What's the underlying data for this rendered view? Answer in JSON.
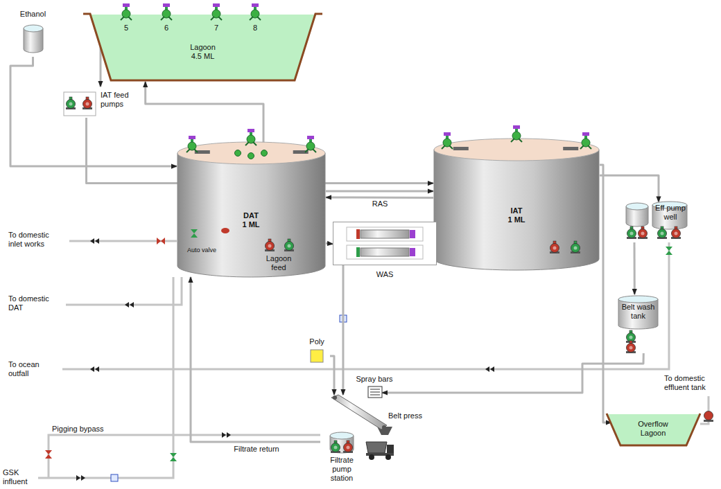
{
  "diagram": {
    "nodes": [
      {
        "text": [
          "Lagoon 4.5 ML"
        ]
      },
      {
        "text": [
          "Ethanol"
        ]
      },
      {
        "text": [
          "IAT feed pumps"
        ]
      },
      {
        "text": [
          "DAT 1 ML"
        ]
      },
      {
        "text": [
          "Lagoon feed"
        ],
        "in": 3
      },
      {
        "text": [
          "IAT 1 ML"
        ]
      },
      {
        "text": [
          "WAS"
        ]
      },
      {
        "text": [
          "Eff pump well"
        ]
      },
      {
        "text": [
          "Belt wash tank"
        ]
      },
      {
        "text": [
          "Poly"
        ]
      },
      {
        "text": [
          "Belt press"
        ]
      },
      {
        "text": [
          "Filtrate pump station"
        ]
      },
      {
        "text": [
          "Overflow Lagoon"
        ]
      },
      {
        "text": [
          "Spray bars"
        ]
      }
    ],
    "edges": [
      {
        "from": 0,
        "to": 2,
        "arrow": "to"
      },
      {
        "from": 2,
        "to": 5,
        "arrow": "to"
      },
      {
        "from": 1,
        "to": 3,
        "arrow": "to"
      },
      {
        "from": 4,
        "to": 0,
        "arrow": "to"
      },
      {
        "from": 3,
        "to": 5,
        "arrow": "to"
      },
      {
        "from": 5,
        "to": 3,
        "label": "RAS",
        "arrow": "to"
      },
      {
        "from": 3,
        "to": 6,
        "arrow": "to"
      },
      {
        "from": 6,
        "to": 10,
        "arrow": "to"
      },
      {
        "from": 9,
        "to": 10,
        "arrow": "to"
      },
      {
        "from": 11,
        "to": 3,
        "label": "Filtrate return",
        "arrow": "to"
      },
      {
        "from": 5,
        "to": 7,
        "arrow": "to"
      },
      {
        "from": 7,
        "to": 8,
        "arrow": "to"
      },
      {
        "from": 8,
        "to": 13,
        "arrow": "to"
      },
      {
        "from": 5,
        "to": 12,
        "arrow": "to"
      }
    ],
    "labels": [
      "5",
      "6",
      "7",
      "8",
      "Auto valve",
      "To domestic inlet works",
      "To domestic DAT",
      "To ocean outfall",
      "To domestic effluent tank",
      "Pigging bypass",
      "GSK influent"
    ]
  }
}
